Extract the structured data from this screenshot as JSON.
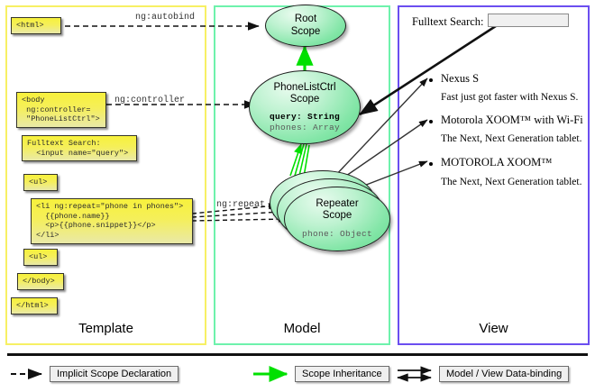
{
  "columns": [
    {
      "id": "template",
      "label": "Template",
      "border_color": "#f7f064"
    },
    {
      "id": "model",
      "label": "Model",
      "border_color": "#6ef2ac"
    },
    {
      "id": "view",
      "label": "View",
      "border_color": "#6b4ef0"
    }
  ],
  "template": {
    "boxes": [
      {
        "id": "html-open",
        "code": "<html>"
      },
      {
        "id": "body-open",
        "code": "<body\n ng:controller=\n \"PhoneListCtrl\">"
      },
      {
        "id": "search",
        "code": "Fulltext Search:\n  <input name=\"query\">"
      },
      {
        "id": "ul-open",
        "code": "<ul>"
      },
      {
        "id": "li-repeat",
        "code": "<li ng:repeat=\"phone in phones\">\n  {{phone.name}}\n  <p>{{phone.snippet}}</p>\n</li>"
      },
      {
        "id": "ul-close",
        "code": "<ul>"
      },
      {
        "id": "body-close",
        "code": "</body>"
      },
      {
        "id": "html-close",
        "code": "</html>"
      }
    ]
  },
  "connectors": [
    {
      "id": "ng-autobind",
      "label": "ng:autobind"
    },
    {
      "id": "ng-controller",
      "label": "ng:controller"
    },
    {
      "id": "ng-repeat",
      "label": "ng:repeat"
    }
  ],
  "model": {
    "scopes": [
      {
        "id": "root-scope",
        "title_line1": "Root",
        "title_line2": "Scope",
        "properties": []
      },
      {
        "id": "phonelistctrl-scope",
        "title_line1": "PhoneListCtrl",
        "title_line2": "Scope",
        "properties": [
          {
            "text": "query: String",
            "style": "bold"
          },
          {
            "text": "phones: Array",
            "style": "grey"
          }
        ]
      },
      {
        "id": "repeater-scope",
        "title_line1": "Repeater",
        "title_line2": "Scope",
        "properties": [
          {
            "text": "phone: Object",
            "style": "grey"
          }
        ]
      }
    ]
  },
  "view": {
    "search_label": "Fulltext Search:",
    "search_value": "",
    "search_placeholder": "",
    "items": [
      {
        "title": "Nexus S",
        "snippet": "Fast just got faster with Nexus S."
      },
      {
        "title": "Motorola XOOM™  with Wi-Fi",
        "snippet": "The Next, Next Generation tablet."
      },
      {
        "title": "MOTOROLA XOOM™",
        "snippet": "The Next, Next Generation tablet."
      }
    ]
  },
  "legend": {
    "items": [
      {
        "id": "implicit-scope-declaration",
        "label": "Implicit Scope Declaration",
        "arrow": "dashed-black",
        "color": "#111111"
      },
      {
        "id": "scope-inheritance",
        "label": "Scope Inheritance",
        "arrow": "solid-green",
        "color": "#00e000"
      },
      {
        "id": "model-view-data-binding",
        "label": "Model / View Data-binding",
        "arrow": "double-black",
        "color": "#111111"
      }
    ]
  },
  "colors": {
    "code_box_fill": "#f5ef5a",
    "scope_fill": "#84e6a8",
    "green_arrow": "#00e000",
    "black_arrow": "#111111"
  }
}
